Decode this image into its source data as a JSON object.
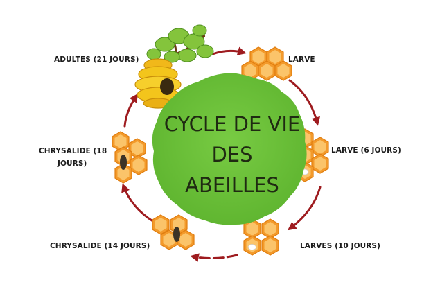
{
  "title": "CYCLE DE VIE DES ABEILLES",
  "title_lines": [
    "CYCLE DE VIE",
    "DES",
    "ABEILLES"
  ],
  "stages": [
    {
      "label": "ADULTES (21 JOURS)",
      "icon": "beehive-icon"
    },
    {
      "label": "LARVE",
      "icon": "honeycomb-egg-icon"
    },
    {
      "label": "LARVE (6 JOURS)",
      "icon": "honeycomb-larva-icon"
    },
    {
      "label": "LARVES (10 JOURS)",
      "icon": "honeycomb-larva-icon"
    },
    {
      "label": "CHRYSALIDE (14 JOURS)",
      "icon": "honeycomb-pupa-icon"
    },
    {
      "label_lines": [
        "CHRYSALIDE (18",
        "JOURS)"
      ],
      "icon": "honeycomb-pupa-icon"
    }
  ],
  "colors": {
    "center_badge": "#6cc23a",
    "arrow": "#9e1b1f",
    "honeycomb": "#f39a2b",
    "honeycomb_light": "#fbc46a",
    "hive": "#f3c51c",
    "leaves": "#84c43c"
  }
}
